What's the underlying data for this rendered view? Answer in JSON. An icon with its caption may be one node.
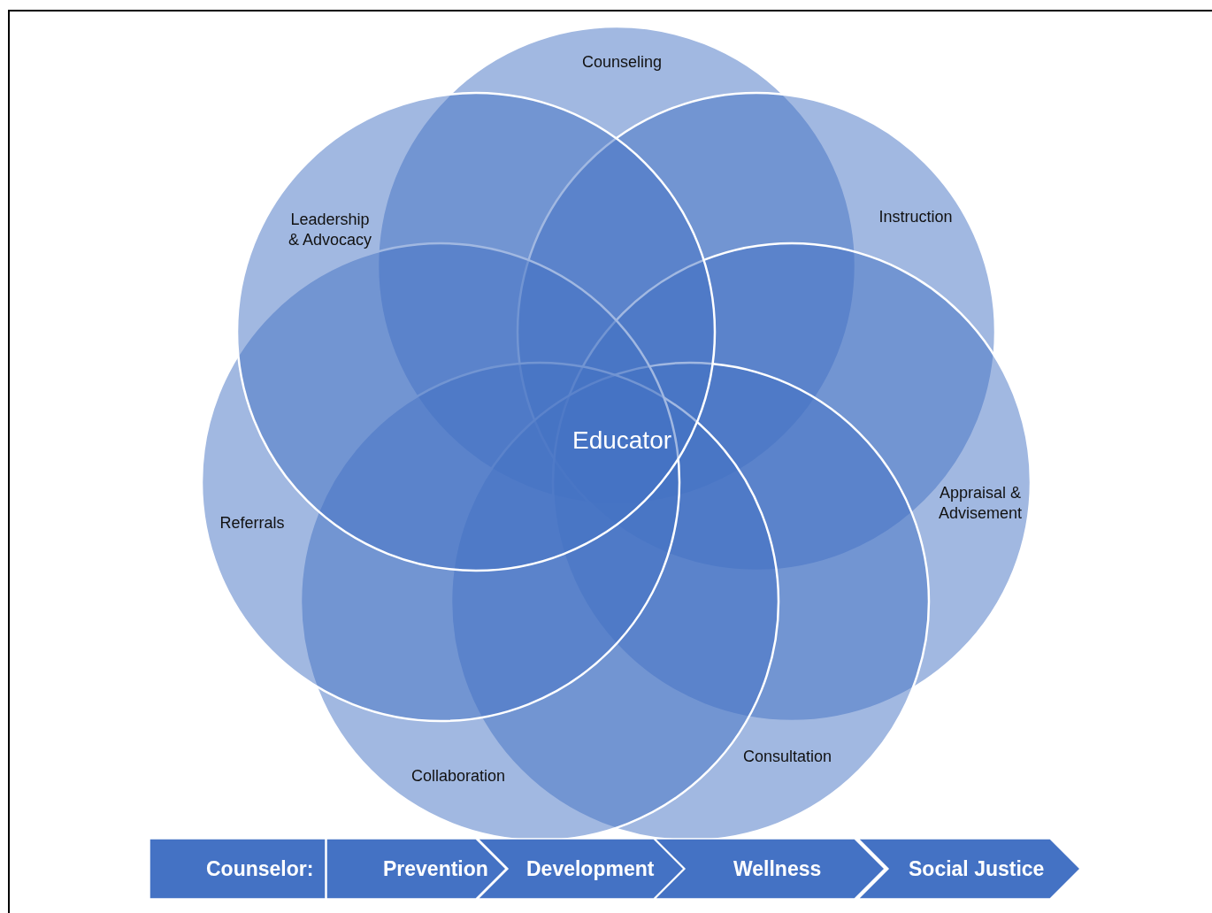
{
  "diagram": {
    "nodes": [
      {
        "text": [
          "Counseling"
        ]
      },
      {
        "text": [
          "Instruction"
        ]
      },
      {
        "text": [
          "Appraisal & Advisement"
        ]
      },
      {
        "text": [
          "Consultation"
        ]
      },
      {
        "text": [
          "Collaboration"
        ]
      },
      {
        "text": [
          "Referrals"
        ]
      },
      {
        "text": [
          "Leadership & Advocacy"
        ]
      },
      {
        "text": [
          "Counselor:"
        ]
      },
      {
        "text": [
          "Prevention"
        ]
      },
      {
        "text": [
          "Development"
        ]
      },
      {
        "text": [
          "Wellness"
        ]
      },
      {
        "text": [
          "Social Justice"
        ]
      }
    ],
    "labels": [
      "Educator"
    ]
  }
}
